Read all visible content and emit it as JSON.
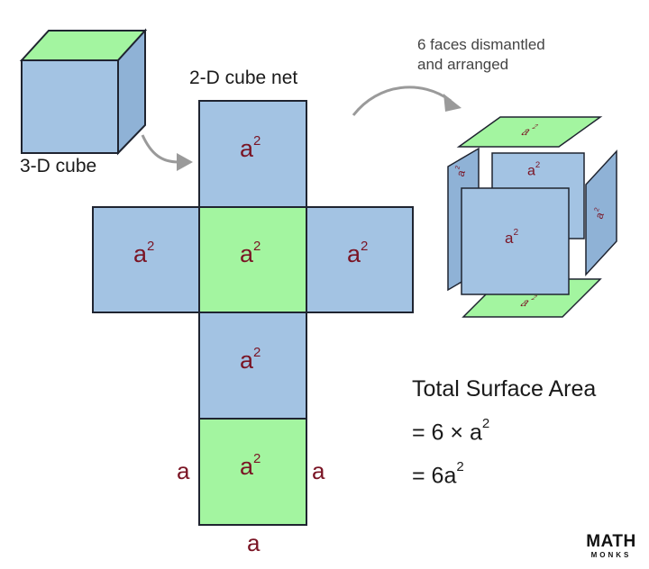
{
  "labels": {
    "cube_3d": "3-D cube",
    "cube_net": "2-D cube net",
    "dismantled_line1": "6 faces dismantled",
    "dismantled_line2": "and arranged"
  },
  "face_label": {
    "base": "a",
    "exponent": "2"
  },
  "side_label": "a",
  "formula": {
    "title": "Total Surface Area",
    "line1_prefix": "= 6 × a",
    "line1_exp": "2",
    "line2_prefix": "= 6a",
    "line2_exp": "2"
  },
  "logo": {
    "line1": "MATH",
    "line2": "MONKS"
  },
  "colors": {
    "blue_face": "#a3c3e3",
    "green_face": "#a3f5a0",
    "outline": "#1f2430",
    "label_red": "#7a1424",
    "arrow_gray": "#9a9a9a"
  }
}
